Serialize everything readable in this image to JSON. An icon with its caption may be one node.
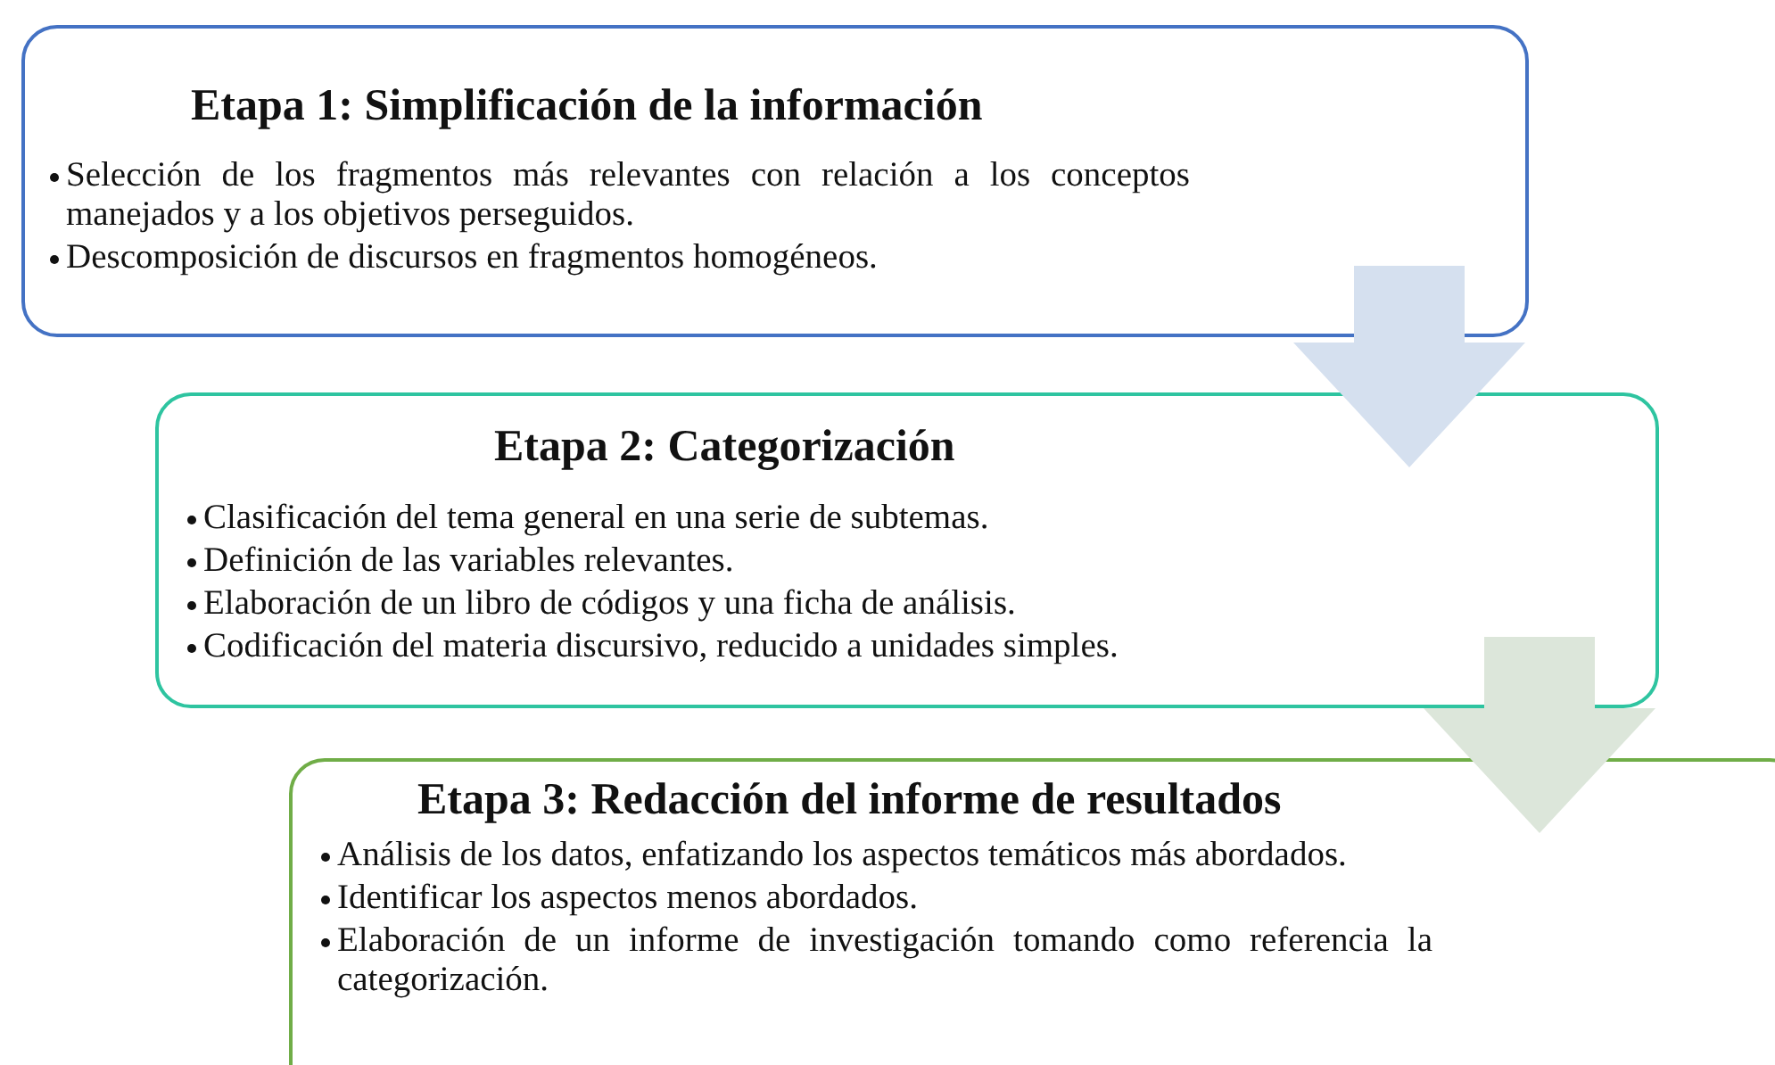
{
  "diagram": {
    "nodes": [
      {
        "text": [
          "Etapa 1: Simplificación de la información",
          "Selección de los fragmentos más relevantes con relación a los conceptos manejados y a los objetivos perseguidos.",
          "Descomposición de discursos en fragmentos homogéneos."
        ]
      },
      {
        "text": [
          "Etapa 2: Categorización",
          "Clasificación del tema general en una serie de subtemas.",
          "Definición de las variables relevantes.",
          "Elaboración de un libro de códigos y una ficha de análisis.",
          "Codificación del materia discursivo, reducido a unidades simples."
        ]
      },
      {
        "text": [
          "Etapa 3: Redacción del informe de resultados",
          "Análisis de los datos, enfatizando los aspectos temáticos más abordados.",
          "Identificar los aspectos menos abordados.",
          "Elaboración de un informe de investigación tomando como referencia la categorización."
        ]
      }
    ],
    "edges": [
      {
        "from": 0,
        "to": 1,
        "arrow": "to",
        "color": "#d5e0ef"
      },
      {
        "from": 1,
        "to": 2,
        "arrow": "to",
        "color": "#dce6da"
      }
    ]
  }
}
